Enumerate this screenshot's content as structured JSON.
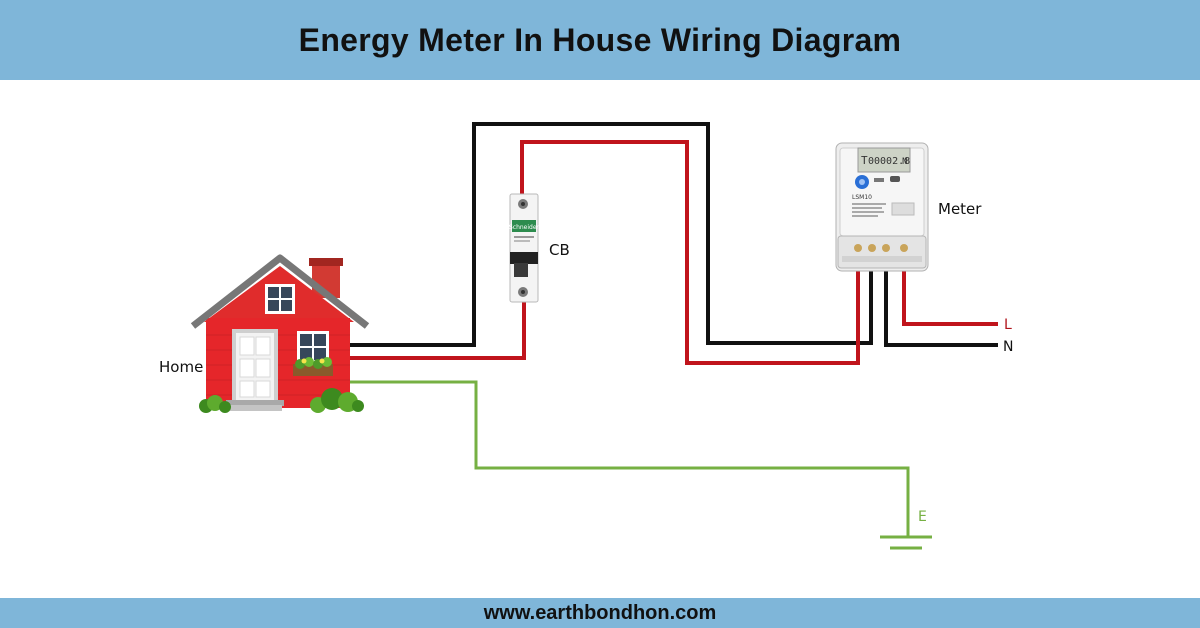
{
  "title": "Energy Meter In House Wiring Diagram",
  "footer": "www.earthbondhon.com",
  "labels": {
    "home": "Home",
    "cb": "CB",
    "meter": "Meter",
    "line": "L",
    "neutral": "N",
    "earth": "E"
  },
  "meter_display": {
    "reading": "00002.8",
    "prefix": "T",
    "suffix": "N",
    "model": "LSM10"
  },
  "breaker_brand": "Schneider",
  "colors": {
    "header_bg": "#7fb6d9",
    "line_wire": "#c0141c",
    "neutral_wire": "#111111",
    "earth_wire": "#76b043",
    "line_label": "#b0141c",
    "earth_label": "#76b043"
  }
}
